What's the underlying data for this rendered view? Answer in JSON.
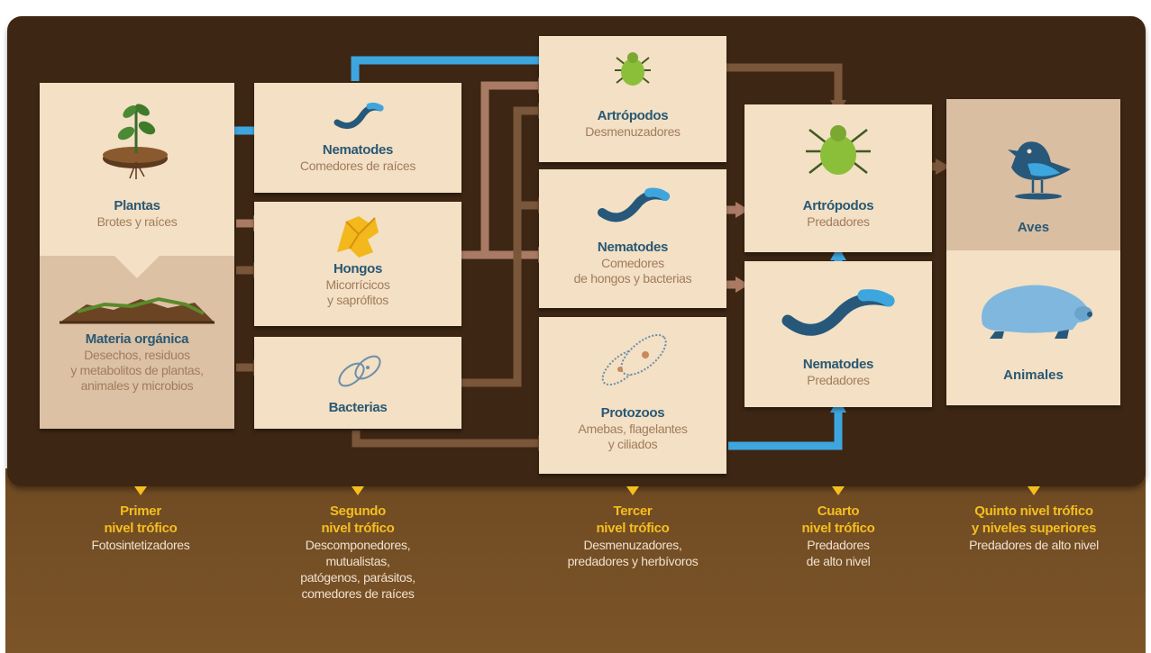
{
  "colors": {
    "background_dark": "#3d2614",
    "background_band": "#6f4a22",
    "box_fill": "#f3e0c5",
    "title_text": "#2a5873",
    "sub_text": "#a27c5c",
    "arrow_brown": "#7a563a",
    "arrow_pink": "#a97a64",
    "arrow_blue": "#3ea6df",
    "level_title": "#f5be1f",
    "level_text": "#f0e2cf"
  },
  "nodes": {
    "plantas": {
      "title": "Plantas",
      "sub": "Brotes y raíces",
      "icon": "plant-icon"
    },
    "materia": {
      "title": "Materia orgánica",
      "sub": "Desechos, residuos\ny metabolitos de plantas,\nanimales y microbios",
      "icon": "soil-icon"
    },
    "nematodes_raices": {
      "title": "Nematodes",
      "sub": "Comedores de raíces",
      "icon": "worm-icon"
    },
    "hongos": {
      "title": "Hongos",
      "sub": "Micorrícicos\ny saprófitos",
      "icon": "fungus-icon"
    },
    "bacterias": {
      "title": "Bacterias",
      "icon": "bacteria-icon"
    },
    "artropodos_desm": {
      "title": "Artrópodos",
      "sub": "Desmenuzadores",
      "icon": "mite-icon"
    },
    "nematodes_hongos": {
      "title": "Nematodes",
      "sub": "Comedores\nde hongos y bacterias",
      "icon": "worm-icon"
    },
    "protozoos": {
      "title": "Protozoos",
      "sub": "Amebas, flagelantes\ny ciliados",
      "icon": "protozoa-icon"
    },
    "artropodos_pred": {
      "title": "Artrópodos",
      "sub": "Predadores",
      "icon": "mite-icon"
    },
    "nematodes_pred": {
      "title": "Nematodes",
      "sub": "Predadores",
      "icon": "worm-icon"
    },
    "aves": {
      "title": "Aves",
      "icon": "bird-icon"
    },
    "animales": {
      "title": "Animales",
      "icon": "mole-icon"
    }
  },
  "levels": [
    {
      "title": "Primer\nnivel trófico",
      "desc": "Fotosintetizadores"
    },
    {
      "title": "Segundo\nnivel trófico",
      "desc": "Descomponedores,\nmutualistas,\npatógenos, parásitos,\ncomedores de raíces"
    },
    {
      "title": "Tercer\nnivel trófico",
      "desc": "Desmenuzadores,\npredadores y herbívoros"
    },
    {
      "title": "Cuarto\nnivel trófico",
      "desc": "Predadores\nde alto nivel"
    },
    {
      "title": "Quinto nivel trófico\ny niveles superiores",
      "desc": "Predadores de alto nivel"
    }
  ]
}
